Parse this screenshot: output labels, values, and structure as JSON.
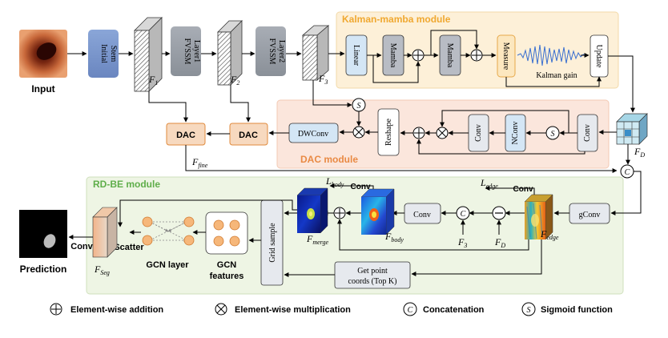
{
  "modules": {
    "kalman": "Kalman-mamba module",
    "dac": "DAC module",
    "rdbe": "RD-BE module"
  },
  "input_label": "Input",
  "prediction_label": "Prediction",
  "blocks": {
    "initial_stem": [
      "Initial",
      "Stem"
    ],
    "fvssm1": [
      "FVSSM",
      "Layer1"
    ],
    "fvssm2": [
      "FVSSM",
      "Layer2"
    ],
    "linear": "Linear",
    "mamba1": "Mamba",
    "mamba2": "Mamba",
    "measure": "Measure",
    "update": "Update",
    "kalman_gain": "Kalman gain",
    "dac1": "DAC",
    "dac2": "DAC",
    "dwconv": "DWConv",
    "reshape": "Reshape",
    "conv_dac1": "Conv",
    "nconv": "NConv",
    "conv_dac2": "Conv",
    "gconv": "gConv",
    "conv_rd": "Conv",
    "grid_sample": "Grid sample",
    "get_point": [
      "Get point",
      "coords (Top K)"
    ],
    "gcn_layer": "GCN layer",
    "gcn_features": [
      "GCN",
      "features"
    ],
    "scatter": "Scatter",
    "conv_out": "Conv",
    "conv_lbody": "Conv",
    "conv_ledge": "Conv"
  },
  "features": {
    "f1": {
      "main": "F",
      "sub": "1"
    },
    "f2": {
      "main": "F",
      "sub": "2"
    },
    "f3": {
      "main": "F",
      "sub": "3"
    },
    "fd": {
      "main": "F",
      "sub": "D"
    },
    "ffine": {
      "main": "F",
      "sub": "fine"
    },
    "fmerge": {
      "main": "F",
      "sub": "merge"
    },
    "fbody": {
      "main": "F",
      "sub": "body"
    },
    "fedge": {
      "main": "F",
      "sub": "edge"
    },
    "fseg": {
      "main": "F",
      "sub": "Seg"
    },
    "lbody": {
      "main": "L",
      "sub": "body"
    },
    "ledge": {
      "main": "L",
      "sub": "edge"
    },
    "f3b": {
      "main": "F",
      "sub": "3"
    },
    "fdb": {
      "main": "F",
      "sub": "D"
    }
  },
  "ops": {
    "sigmoid": "S",
    "concat": "C",
    "minus": "−"
  },
  "legend": {
    "add": "Element-wise addition",
    "mul": "Element-wise multiplication",
    "concat": "Concatenation",
    "sigmoid": "Sigmoid function"
  },
  "colors": {
    "kalman_bg": "#fdf0d8",
    "dac_bg": "#fbe6dc",
    "rdbe_bg": "#eef5e4",
    "blue_block": "#7c96c9",
    "gray_block": "#9aa0a8",
    "dac_block": "#f7d9bf",
    "dac_border": "#e08a3c",
    "light_blue": "#d4e6f5",
    "measure_fill": "#fce7bf",
    "gcn_node": "#f6b77a"
  }
}
